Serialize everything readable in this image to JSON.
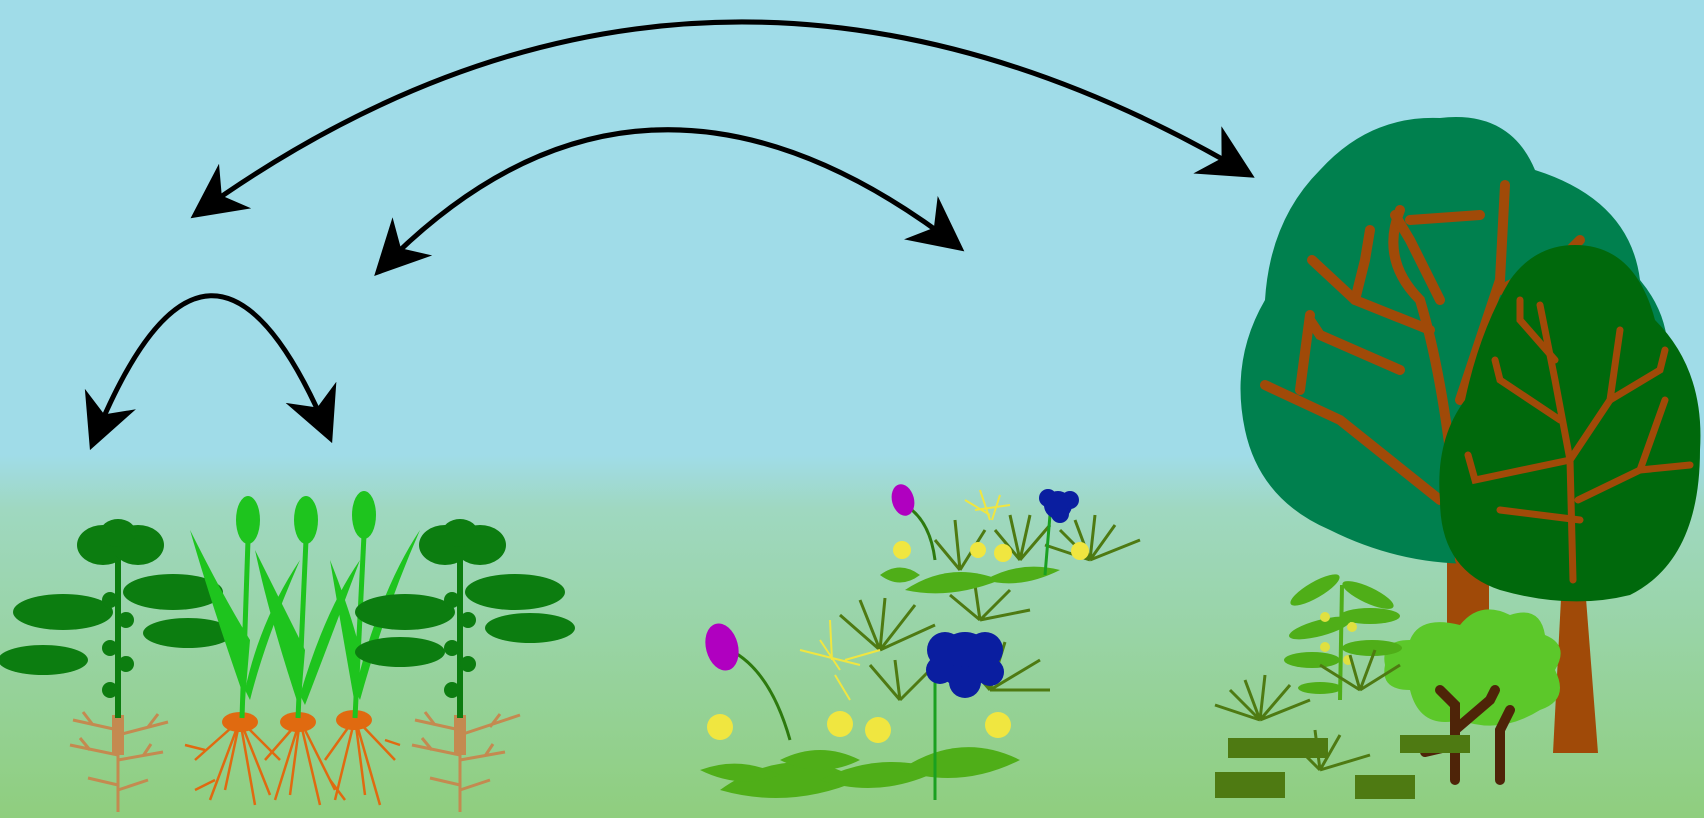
{
  "scene": {
    "sky_color": "#a0dce8",
    "ground_top_color": "#9fd8c0",
    "ground_bottom_color": "#8fce7e",
    "arrow_color": "#000000"
  },
  "groups": [
    {
      "name": "crop-intercropping",
      "plants": [
        "broadleaf-crop",
        "cereal-crop",
        "broadleaf-crop"
      ]
    },
    {
      "name": "flowering-meadow",
      "plants": [
        "purple-flower",
        "blue-flower",
        "yellow-flower",
        "grass-tuft"
      ]
    },
    {
      "name": "forest-edge",
      "plants": [
        "large-tree",
        "small-tree",
        "shrub",
        "grass-tuft",
        "herb"
      ]
    }
  ],
  "interactions": [
    {
      "from": "broadleaf-crop",
      "to": "cereal-crop",
      "direction": "both"
    },
    {
      "from": "crop-intercropping",
      "to": "flowering-meadow",
      "direction": "both"
    },
    {
      "from": "crop-intercropping",
      "to": "forest-edge",
      "direction": "both"
    }
  ],
  "colors": {
    "crop_leaf": "#0c7d10",
    "cereal_leaf": "#1ec41e",
    "root_light": "#c48a50",
    "root_orange": "#e06a10",
    "tree_canopy_1": "#00804e",
    "tree_canopy_2": "#00690c",
    "trunk": "#a04a08",
    "shrub": "#5cc82a",
    "flower_purple": "#b000c0",
    "flower_blue": "#0a1ea0",
    "flower_yellow": "#f0e640",
    "grass": "#4e7a12"
  }
}
